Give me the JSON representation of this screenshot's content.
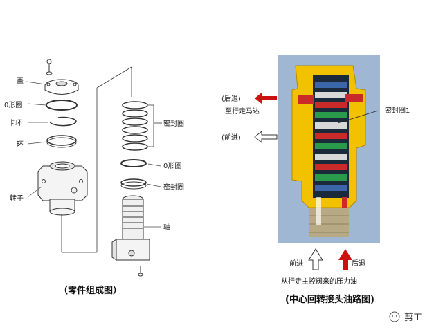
{
  "left": {
    "labels": {
      "cover": "盖",
      "oring_top": "0形圈",
      "snap_ring": "卡环",
      "ring": "环",
      "rotor": "转子",
      "seals_top": "密封圈",
      "oring_mid": "0形圈",
      "seal_mid": "密封圈",
      "shaft": "轴"
    },
    "caption": "（零件组成图）"
  },
  "right": {
    "labels": {
      "back": "(后退)",
      "to_motor": "至行走马达",
      "forward": "(前进)",
      "seal1": "密封圈1",
      "bottom_forward": "前进",
      "bottom_back": "后退",
      "from_valve": "从行走主控阀来的压力油"
    },
    "caption": "(中心回转接头油路图)"
  },
  "watermark": "剪工",
  "colors": {
    "red_arrow": "#cc1111",
    "body_yellow": "#f2c200",
    "photo_bg": "#9fb7d3"
  }
}
